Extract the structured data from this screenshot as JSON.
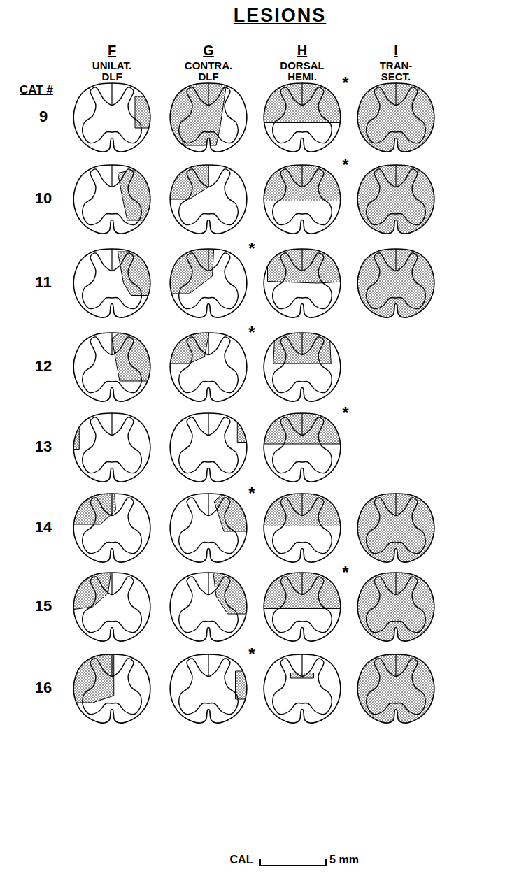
{
  "diagram": {
    "title": "LESIONS",
    "labels": [
      "F",
      "UNILAT. DLF",
      "G",
      "CONTRA. DLF",
      "H",
      "DORSAL HEMI.",
      "I",
      "TRAN- SECT.",
      "CAT #",
      "9",
      "10",
      "11",
      "12",
      "13",
      "14",
      "15",
      "16",
      "*",
      "*",
      "*",
      "*",
      "*",
      "*",
      "*",
      "*",
      "CAL",
      "5 mm"
    ]
  }
}
